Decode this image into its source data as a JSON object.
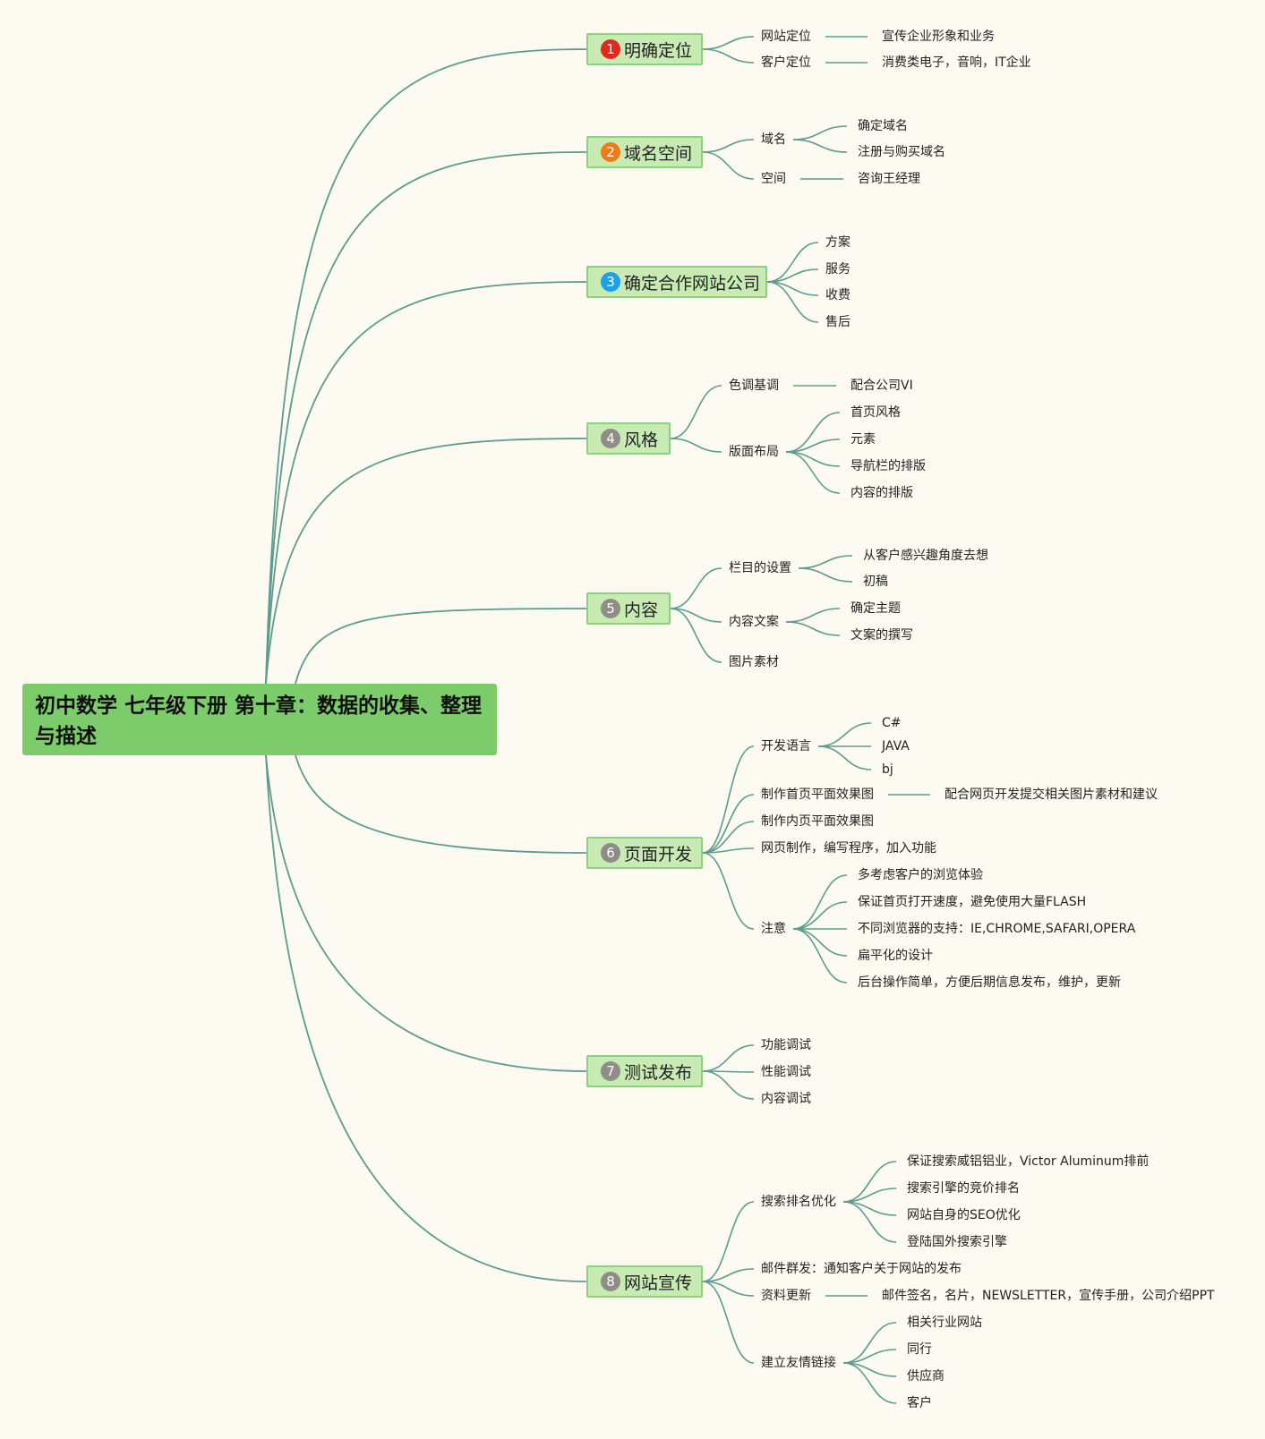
{
  "root": {
    "title": "初中数学 七年级下册 第十章：数据的收集、整理与描述"
  },
  "branches": [
    {
      "num": "1",
      "color": "#e0291b",
      "label": "明确定位",
      "children": [
        {
          "label": "网站定位",
          "children": [
            {
              "label": "宣传企业形象和业务"
            }
          ]
        },
        {
          "label": "客户定位",
          "children": [
            {
              "label": "消费类电子，音响，IT企业"
            }
          ]
        }
      ]
    },
    {
      "num": "2",
      "color": "#ef7b1a",
      "label": "域名空间",
      "children": [
        {
          "label": "域名",
          "children": [
            {
              "label": "确定域名"
            },
            {
              "label": "注册与购买域名"
            }
          ]
        },
        {
          "label": "空间",
          "children": [
            {
              "label": "咨询王经理"
            }
          ]
        }
      ]
    },
    {
      "num": "3",
      "color": "#1ea0e6",
      "label": "确定合作网站公司",
      "children": [
        {
          "label": "方案"
        },
        {
          "label": "服务"
        },
        {
          "label": "收费"
        },
        {
          "label": "售后"
        }
      ]
    },
    {
      "num": "4",
      "color": "#8e8e86",
      "label": "风格",
      "children": [
        {
          "label": "色调基调",
          "children": [
            {
              "label": "配合公司VI"
            }
          ]
        },
        {
          "label": "版面布局",
          "children": [
            {
              "label": "首页风格"
            },
            {
              "label": "元素"
            },
            {
              "label": "导航栏的排版"
            },
            {
              "label": "内容的排版"
            }
          ]
        }
      ]
    },
    {
      "num": "5",
      "color": "#8e8e86",
      "label": "内容",
      "children": [
        {
          "label": "栏目的设置",
          "children": [
            {
              "label": "从客户感兴趣角度去想"
            },
            {
              "label": "初稿"
            }
          ]
        },
        {
          "label": "内容文案",
          "children": [
            {
              "label": "确定主题"
            },
            {
              "label": "文案的撰写"
            }
          ]
        },
        {
          "label": "图片素材"
        }
      ]
    },
    {
      "num": "6",
      "color": "#8e8e86",
      "label": "页面开发",
      "children": [
        {
          "label": "开发语言",
          "children": [
            {
              "label": "C#"
            },
            {
              "label": "JAVA"
            },
            {
              "label": "bj"
            }
          ]
        },
        {
          "label": "制作首页平面效果图",
          "children": [
            {
              "label": "配合网页开发提交相关图片素材和建议"
            }
          ]
        },
        {
          "label": "制作内页平面效果图"
        },
        {
          "label": "网页制作，编写程序，加入功能"
        },
        {
          "label": "注意",
          "children": [
            {
              "label": "多考虑客户的浏览体验"
            },
            {
              "label": "保证首页打开速度，避免使用大量FLASH"
            },
            {
              "label": "不同浏览器的支持：IE,CHROME,SAFARI,OPERA"
            },
            {
              "label": "扁平化的设计"
            },
            {
              "label": "后台操作简单，方便后期信息发布，维护，更新"
            }
          ]
        }
      ]
    },
    {
      "num": "7",
      "color": "#8e8e86",
      "label": "测试发布",
      "children": [
        {
          "label": "功能调试"
        },
        {
          "label": "性能调试"
        },
        {
          "label": "内容调试"
        }
      ]
    },
    {
      "num": "8",
      "color": "#8e8e86",
      "label": "网站宣传",
      "children": [
        {
          "label": "搜索排名优化",
          "children": [
            {
              "label": "保证搜索威铝铝业，Victor Aluminum排前"
            },
            {
              "label": "搜索引擎的竞价排名"
            },
            {
              "label": "网站自身的SEO优化"
            },
            {
              "label": "登陆国外搜索引擎"
            }
          ]
        },
        {
          "label": "邮件群发：通知客户关于网站的发布"
        },
        {
          "label": "资料更新",
          "children": [
            {
              "label": "邮件签名，名片，NEWSLETTER，宣传手册，公司介绍PPT"
            }
          ]
        },
        {
          "label": "建立友情链接",
          "children": [
            {
              "label": "相关行业网站"
            },
            {
              "label": "同行"
            },
            {
              "label": "供应商"
            },
            {
              "label": "客户"
            }
          ]
        }
      ]
    }
  ]
}
